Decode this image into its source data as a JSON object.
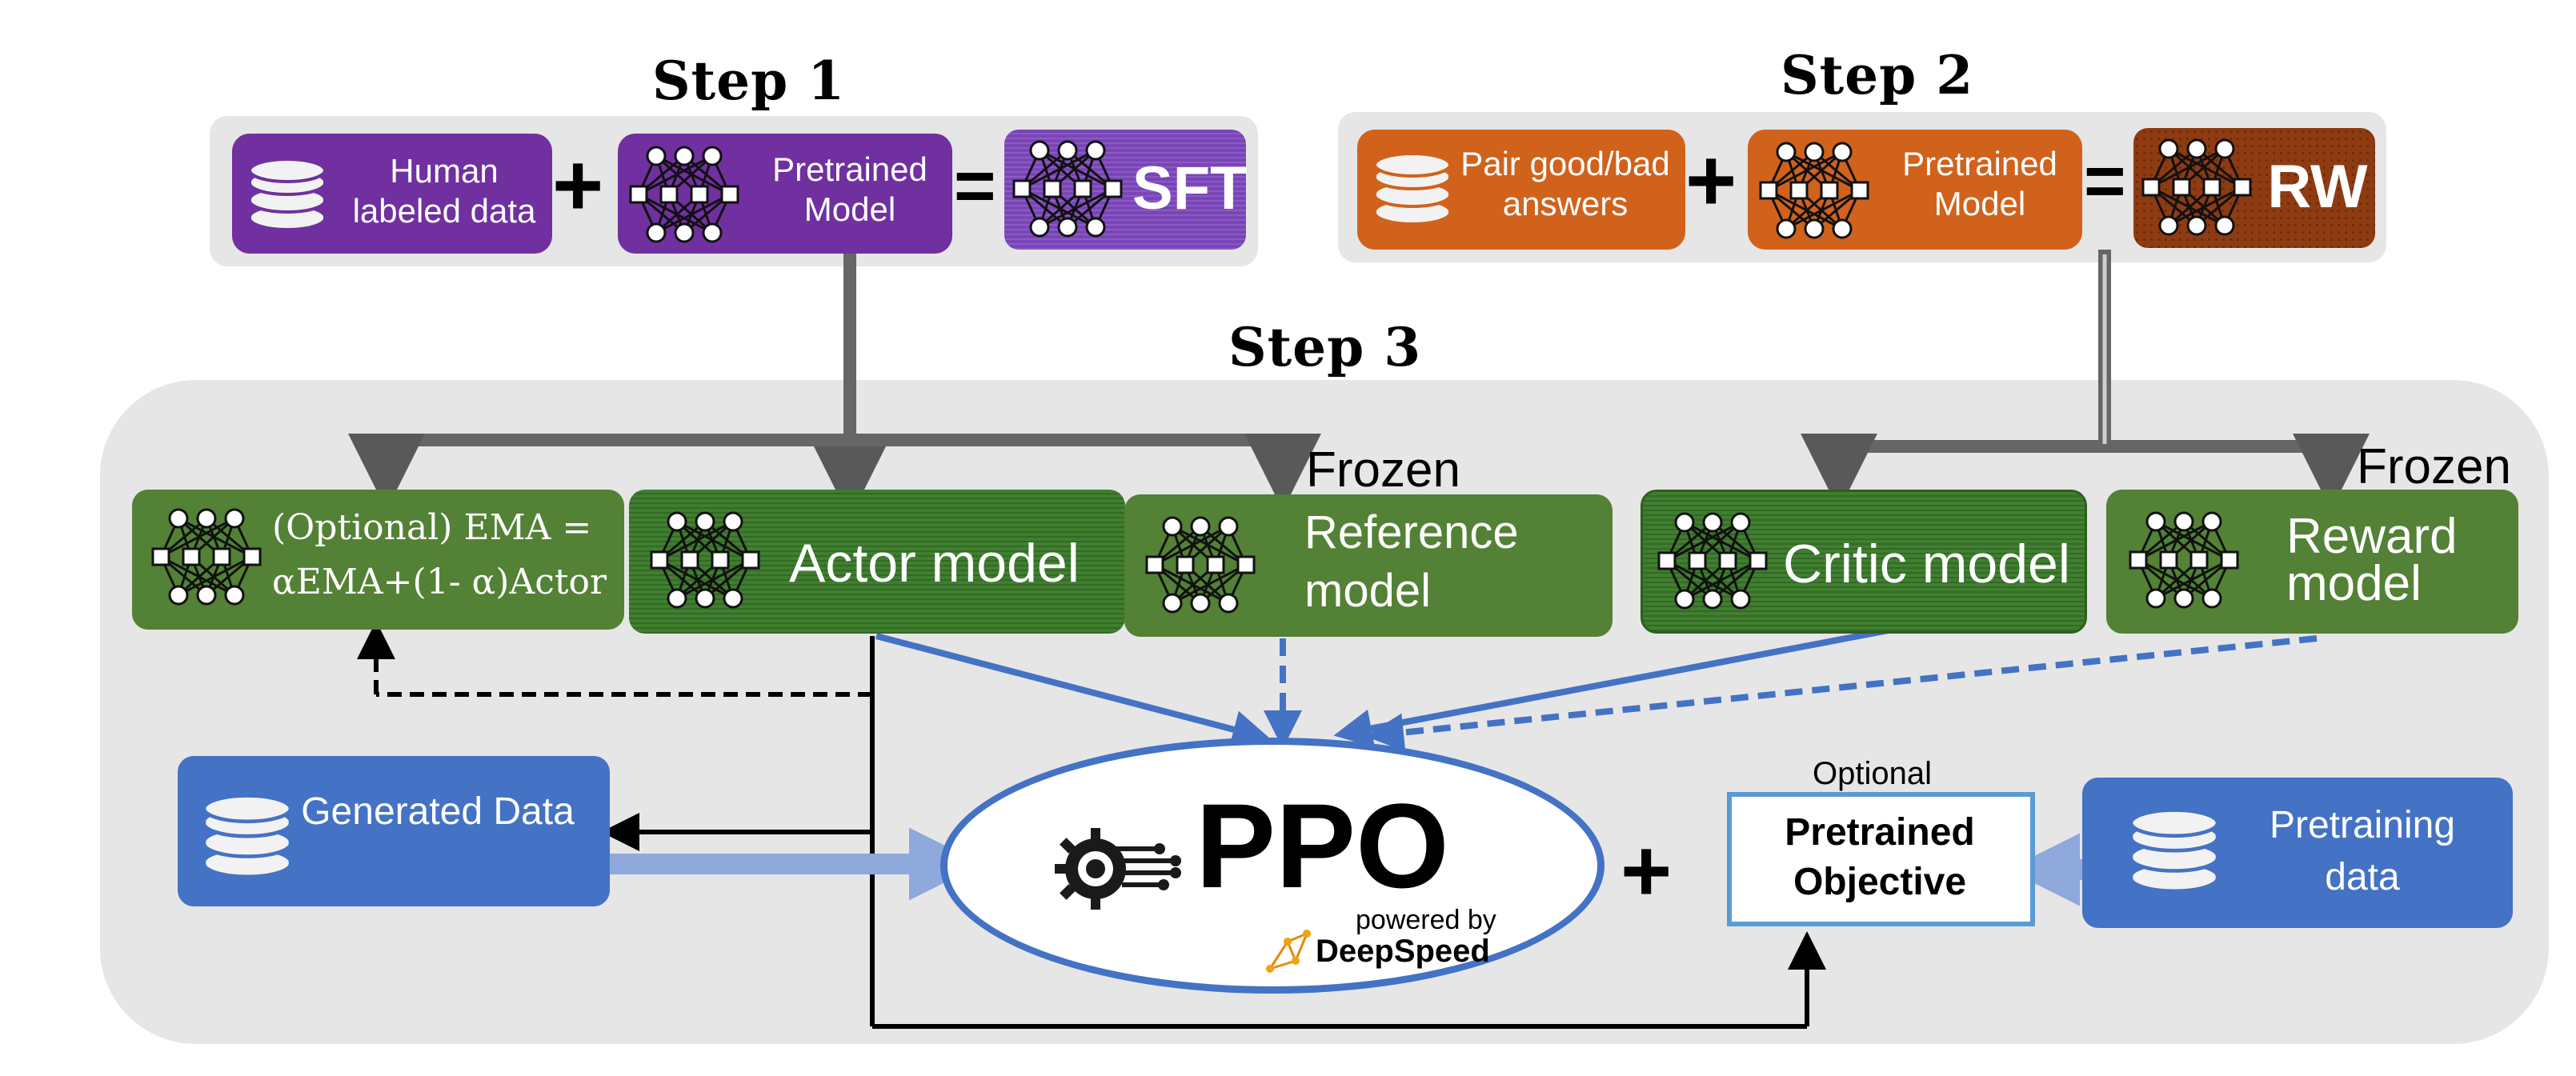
{
  "step1": {
    "title": "Step 1",
    "human_data": "Human labeled data",
    "pretrained_model": "Pretrained Model",
    "result": "SFT",
    "plus": "+",
    "equals": "="
  },
  "step2": {
    "title": "Step 2",
    "pair_data": "Pair good/bad answers",
    "pretrained_model": "Pretrained Model",
    "result": "RW",
    "plus": "+",
    "equals": "="
  },
  "step3": {
    "title": "Step 3",
    "ema_line1": "(Optional) EMA =",
    "ema_line2": "αEMA+(1- α)Actor",
    "actor": "Actor model",
    "reference": "Reference model",
    "critic": "Critic model",
    "reward": "Reward model",
    "frozen_left": "Frozen",
    "frozen_right": "Frozen",
    "generated_data": "Generated Data",
    "ppo": "PPO",
    "powered_by": "powered by",
    "deepspeed": "DeepSpeed",
    "plus": "+",
    "optional": "Optional",
    "pretrained_objective": "Pretrained Objective",
    "pretraining_data": "Pretraining data"
  },
  "colors": {
    "purple": "#7030a0",
    "orange": "#d0621c",
    "green": "#538135",
    "blue": "#4472c4",
    "rw_brown": "#8f3b12",
    "panel_gray": "#e6e6e6"
  }
}
